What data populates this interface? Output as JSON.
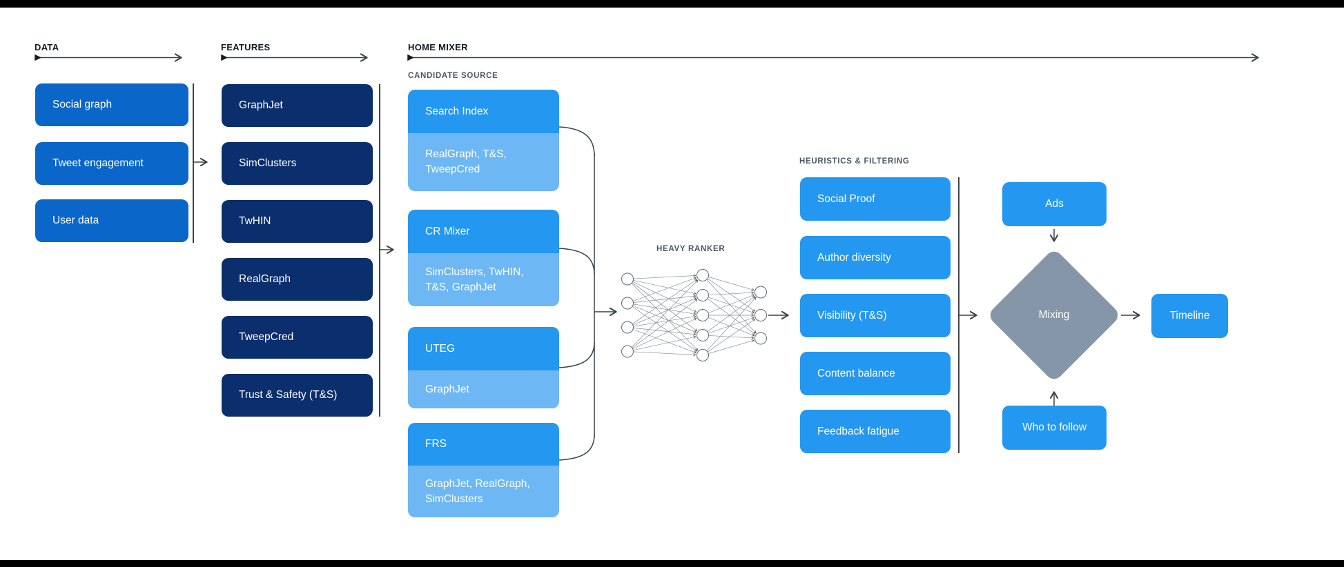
{
  "sections": {
    "data": {
      "label": "DATA",
      "boxes": [
        "Social graph",
        "Tweet engagement",
        "User data"
      ]
    },
    "features": {
      "label": "FEATURES",
      "boxes": [
        "GraphJet",
        "SimClusters",
        "TwHIN",
        "RealGraph",
        "TweepCred",
        "Trust & Safety (T&S)"
      ]
    },
    "home_mixer": {
      "label": "HOME MIXER",
      "candidate_source": {
        "label": "CANDIDATE SOURCE",
        "cards": [
          {
            "title": "Search Index",
            "subtitle": "RealGraph, T&S, TweepCred"
          },
          {
            "title": "CR Mixer",
            "subtitle": "SimClusters, TwHIN, T&S, GraphJet"
          },
          {
            "title": "UTEG",
            "subtitle": "GraphJet"
          },
          {
            "title": "FRS",
            "subtitle": "GraphJet, RealGraph, SimClusters"
          }
        ]
      },
      "heavy_ranker": {
        "label": "HEAVY RANKER",
        "network": {
          "layer_sizes": [
            4,
            5,
            3
          ]
        }
      },
      "heuristics": {
        "label": "HEURISTICS & FILTERING",
        "boxes": [
          "Social Proof",
          "Author diversity",
          "Visibility (T&S)",
          "Content balance",
          "Feedback fatigue"
        ]
      },
      "mixing": {
        "ads": "Ads",
        "diamond": "Mixing",
        "who_to_follow": "Who to follow",
        "timeline": "Timeline"
      }
    }
  },
  "colors": {
    "data_box": "#0a66c8",
    "features_box": "#0b2e6d",
    "bright_blue": "#2497f0",
    "light_blue": "#6db7f4",
    "diamond_gray": "#8496a7",
    "line": "#39424a",
    "header_text": "#131b23",
    "sublabel_text": "#4a5764",
    "bar": "#000000"
  }
}
